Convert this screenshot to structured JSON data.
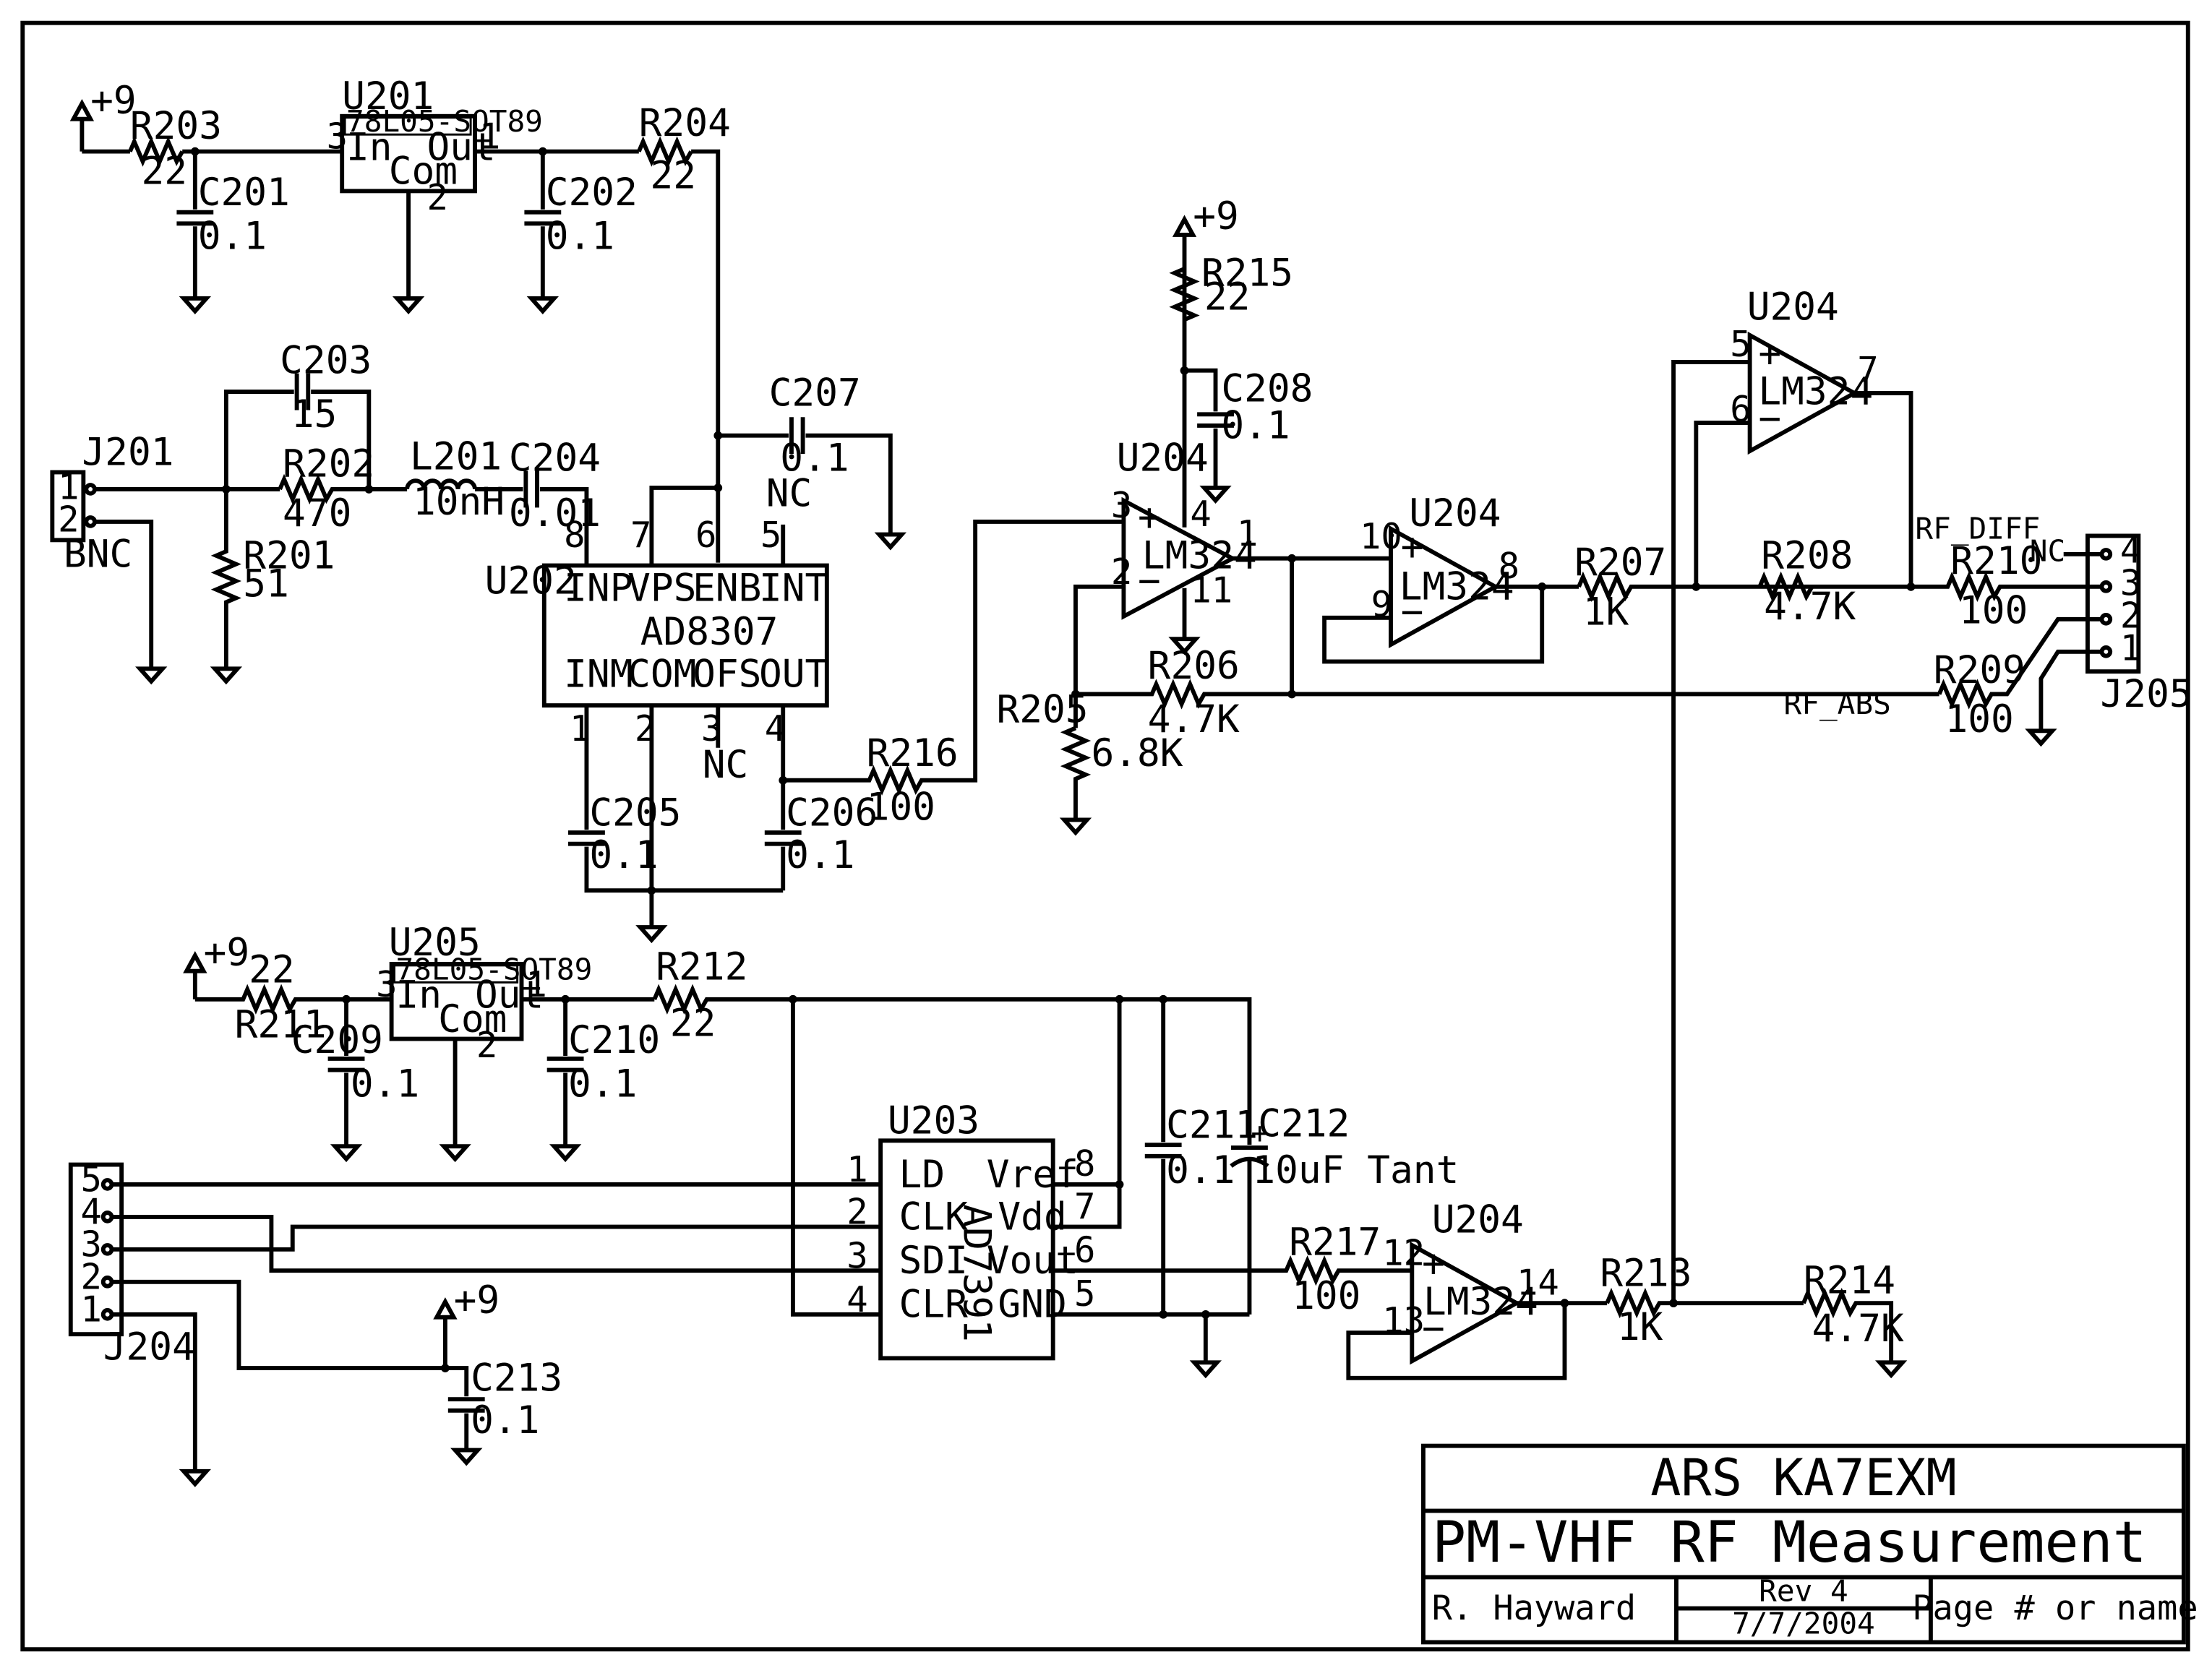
{
  "title_block": {
    "organization": "ARS KA7EXM",
    "title": "PM-VHF RF Measurement",
    "author": "R. Hayward",
    "revision": "Rev 4",
    "date": "7/7/2004",
    "page": "Page # or name"
  },
  "power": {
    "vplus": "+9"
  },
  "parts": {
    "U201": {
      "ref": "U201",
      "value": "78L05-SOT89",
      "in": "In",
      "out": "Out",
      "com": "Com",
      "p_in": "3",
      "p_out": "1",
      "p_com": "2"
    },
    "U205": {
      "ref": "U205",
      "value": "78L05-SOT89",
      "in": "In",
      "out": "Out",
      "com": "Com",
      "p_in": "3",
      "p_out": "1",
      "p_com": "2"
    },
    "U202": {
      "ref": "U202",
      "value": "AD8307",
      "top_pins": [
        {
          "name": "INP",
          "num": "8"
        },
        {
          "name": "VPS",
          "num": "7"
        },
        {
          "name": "ENB",
          "num": "6"
        },
        {
          "name": "INT",
          "num": "5"
        }
      ],
      "bottom_pins": [
        {
          "name": "INM",
          "num": "1"
        },
        {
          "name": "COM",
          "num": "2"
        },
        {
          "name": "OFS",
          "num": "3"
        },
        {
          "name": "OUT",
          "num": "4"
        }
      ]
    },
    "U203": {
      "ref": "U203",
      "value": "AD7391",
      "left_pins": [
        {
          "name": "LD",
          "num": "1"
        },
        {
          "name": "CLK",
          "num": "2"
        },
        {
          "name": "SDI",
          "num": "3"
        },
        {
          "name": "CLR",
          "num": "4"
        }
      ],
      "right_pins": [
        {
          "name": "Vref",
          "num": "8"
        },
        {
          "name": "Vdd",
          "num": "7"
        },
        {
          "name": "Vout",
          "num": "6"
        },
        {
          "name": "GND",
          "num": "5"
        }
      ]
    },
    "U204A": {
      "ref": "U204",
      "value": "LM324",
      "p_plus": "3",
      "p_minus": "2",
      "p_out": "1",
      "p_vcc": "4",
      "p_gnd": "11"
    },
    "U204B": {
      "ref": "U204",
      "value": "LM324",
      "p_plus": "10",
      "p_minus": "9",
      "p_out": "8"
    },
    "U204C": {
      "ref": "U204",
      "value": "LM324",
      "p_plus": "5",
      "p_minus": "6",
      "p_out": "7"
    },
    "U204D": {
      "ref": "U204",
      "value": "LM324",
      "p_plus": "12",
      "p_minus": "13",
      "p_out": "14"
    },
    "R201": {
      "ref": "R201",
      "value": "51"
    },
    "R202": {
      "ref": "R202",
      "value": "470"
    },
    "R203": {
      "ref": "R203",
      "value": "22"
    },
    "R204": {
      "ref": "R204",
      "value": "22"
    },
    "R205": {
      "ref": "R205",
      "value": "6.8K"
    },
    "R206": {
      "ref": "R206",
      "value": "4.7K"
    },
    "R207": {
      "ref": "R207",
      "value": "1K"
    },
    "R208": {
      "ref": "R208",
      "value": "4.7K"
    },
    "R209": {
      "ref": "R209",
      "value": "100"
    },
    "R210": {
      "ref": "R210",
      "value": "100"
    },
    "R211": {
      "ref": "R211",
      "value": "22"
    },
    "R212": {
      "ref": "R212",
      "value": "22"
    },
    "R213": {
      "ref": "R213",
      "value": "1K"
    },
    "R214": {
      "ref": "R214",
      "value": "4.7K"
    },
    "R215": {
      "ref": "R215",
      "value": "22"
    },
    "R216": {
      "ref": "R216",
      "value": "100"
    },
    "R217": {
      "ref": "R217",
      "value": "100"
    },
    "C201": {
      "ref": "C201",
      "value": "0.1"
    },
    "C202": {
      "ref": "C202",
      "value": "0.1"
    },
    "C203": {
      "ref": "C203",
      "value": "15"
    },
    "C204": {
      "ref": "C204",
      "value": "0.01"
    },
    "C205": {
      "ref": "C205",
      "value": "0.1"
    },
    "C206": {
      "ref": "C206",
      "value": "0.1"
    },
    "C207": {
      "ref": "C207",
      "value": "0.1"
    },
    "C208": {
      "ref": "C208",
      "value": "0.1"
    },
    "C209": {
      "ref": "C209",
      "value": "0.1"
    },
    "C210": {
      "ref": "C210",
      "value": "0.1"
    },
    "C211": {
      "ref": "C211",
      "value": "0.1"
    },
    "C212": {
      "ref": "C212",
      "value": "10uF Tant"
    },
    "C213": {
      "ref": "C213",
      "value": "0.1"
    },
    "L201": {
      "ref": "L201",
      "value": "10nH"
    },
    "J201": {
      "ref": "J201",
      "value": "BNC",
      "pins": [
        "1",
        "2"
      ]
    },
    "J204": {
      "ref": "J204",
      "pins": [
        "5",
        "4",
        "3",
        "2",
        "1"
      ]
    },
    "J205": {
      "ref": "J205",
      "pins": [
        "4",
        "3",
        "2",
        "1"
      ]
    }
  },
  "nets": {
    "nc": "NC",
    "rf_diff": "RF_DIFF",
    "rf_abs": "RF_ABS",
    "plus": "+",
    "minus": "−",
    "tant_plus": "+"
  }
}
